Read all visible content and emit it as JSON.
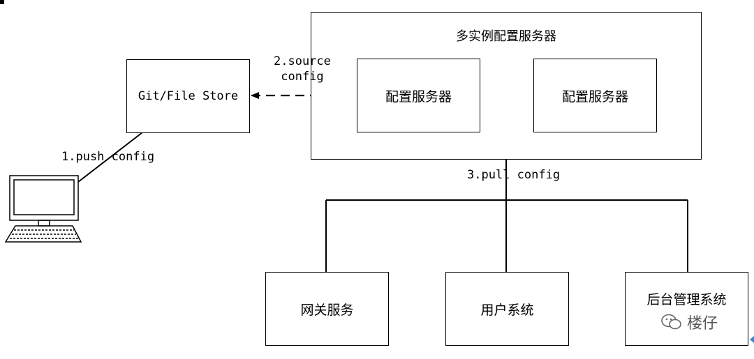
{
  "cluster": {
    "title": "多实例配置服务器"
  },
  "git_store": {
    "label": "Git/File Store"
  },
  "config_servers": [
    {
      "label": "配置服务器"
    },
    {
      "label": "配置服务器"
    }
  ],
  "clients": [
    {
      "label": "网关服务"
    },
    {
      "label": "用户系统"
    },
    {
      "label": "后台管理系统"
    }
  ],
  "steps": {
    "push": "1.push config",
    "source": "2.source\nconfig",
    "pull": "3.pull config"
  },
  "watermark": {
    "text": "楼仔"
  }
}
